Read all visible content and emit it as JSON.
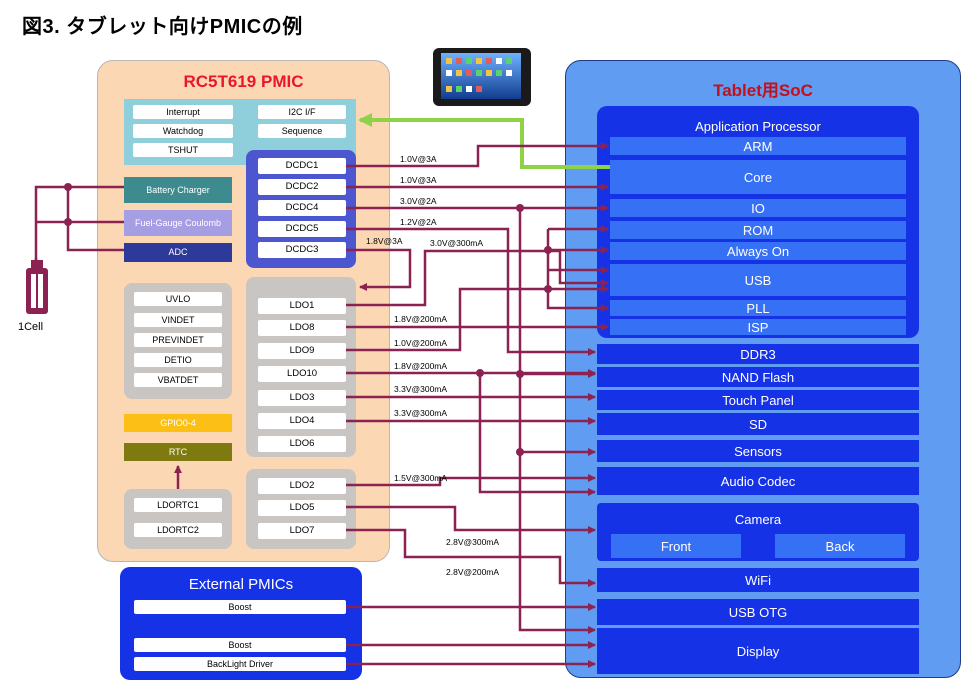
{
  "title": "図3. タブレット向けPMICの例",
  "pmic": {
    "title": "RC5T619 PMIC",
    "ctrl": [
      "Interrupt",
      "I2C I/F",
      "Watchdog",
      "Sequence",
      "TSHUT"
    ],
    "charger": [
      "Battery Charger",
      "Fuel-Gauge Coulomb",
      "ADC"
    ],
    "dcdc": [
      "DCDC1",
      "DCDC2",
      "DCDC4",
      "DCDC5",
      "DCDC3"
    ],
    "monitor": [
      "UVLO",
      "VINDET",
      "PREVINDET",
      "DETIO",
      "VBATDET"
    ],
    "ldo": [
      "LDO1",
      "LDO8",
      "LDO9",
      "LDO10",
      "LDO3",
      "LDO4",
      "LDO6"
    ],
    "ldo_b": [
      "LDO2",
      "LDO5",
      "LDO7"
    ],
    "gpio": "GPIO0-4",
    "rtc": "RTC",
    "ldortc": [
      "LDORTC1",
      "LDORTC2"
    ]
  },
  "battery": {
    "label": "1Cell"
  },
  "soc": {
    "title": "Tablet用SoC",
    "ap_title": "Application Processor",
    "ap": [
      "ARM",
      "Core",
      "IO",
      "ROM",
      "Always On",
      "USB",
      "PLL",
      "ISP"
    ],
    "blocks": [
      "DDR3",
      "NAND Flash",
      "Touch Panel",
      "SD",
      "Sensors",
      "Audio Codec"
    ],
    "camera": {
      "title": "Camera",
      "front": "Front",
      "back": "Back"
    },
    "blocks2": [
      "WiFi",
      "USB OTG",
      "Display"
    ]
  },
  "external": {
    "title": "External PMICs",
    "items": [
      "Boost",
      "Boost",
      "BackLight Driver"
    ]
  },
  "wire_labels": [
    "1.0V@3A",
    "1.0V@3A",
    "3.0V@2A",
    "1.2V@2A",
    "1.8V@3A",
    "3.0V@300mA",
    "1.8V@200mA",
    "1.0V@200mA",
    "1.8V@200mA",
    "3.3V@300mA",
    "3.3V@300mA",
    "1.5V@300mA",
    "2.8V@300mA",
    "2.8V@200mA"
  ],
  "colors": {
    "wire": "#8b2252",
    "i2c": "#8fd147",
    "pmic_bg": "#fcd7b4",
    "soc_bg": "#5f9cf2",
    "block": "#1532e6"
  }
}
